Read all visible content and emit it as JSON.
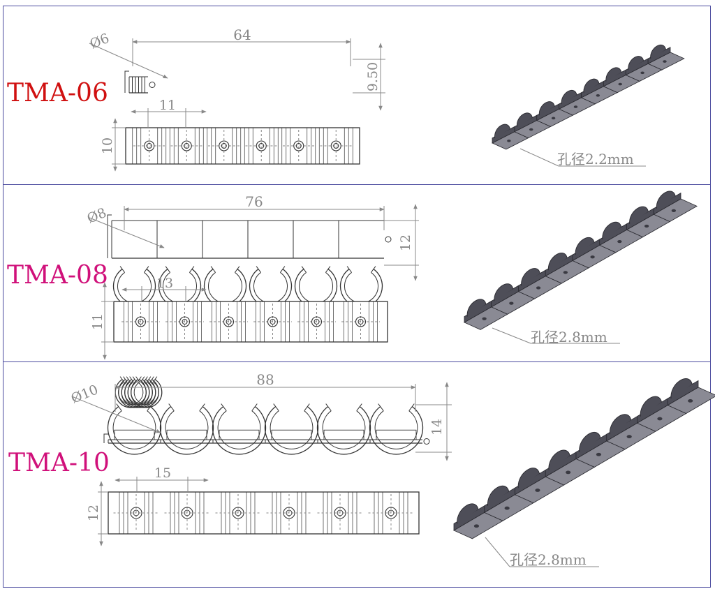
{
  "colors": {
    "frame": "#4a4a9e",
    "line": "#333333",
    "dim": "#888888",
    "render_light": "#8a8a94",
    "render_dark": "#4e4e58"
  },
  "panels": [
    {
      "model": "TMA-06",
      "model_color": "#d01010",
      "width": "64",
      "diameter": "Ø6",
      "height": "9.50",
      "pitch": "11",
      "depth": "10",
      "hole_note": "孔径2.2mm",
      "slots": 6
    },
    {
      "model": "TMA-08",
      "model_color": "#d0107a",
      "width": "76",
      "diameter": "Ø8",
      "height": "12",
      "pitch": "13",
      "depth": "11",
      "hole_note": "孔径2.8mm",
      "slots": 6
    },
    {
      "model": "TMA-10",
      "model_color": "#d0107a",
      "width": "88",
      "diameter": "Ø10",
      "height": "14",
      "pitch": "15",
      "depth": "12",
      "hole_note": "孔径2.8mm",
      "slots": 6
    }
  ]
}
